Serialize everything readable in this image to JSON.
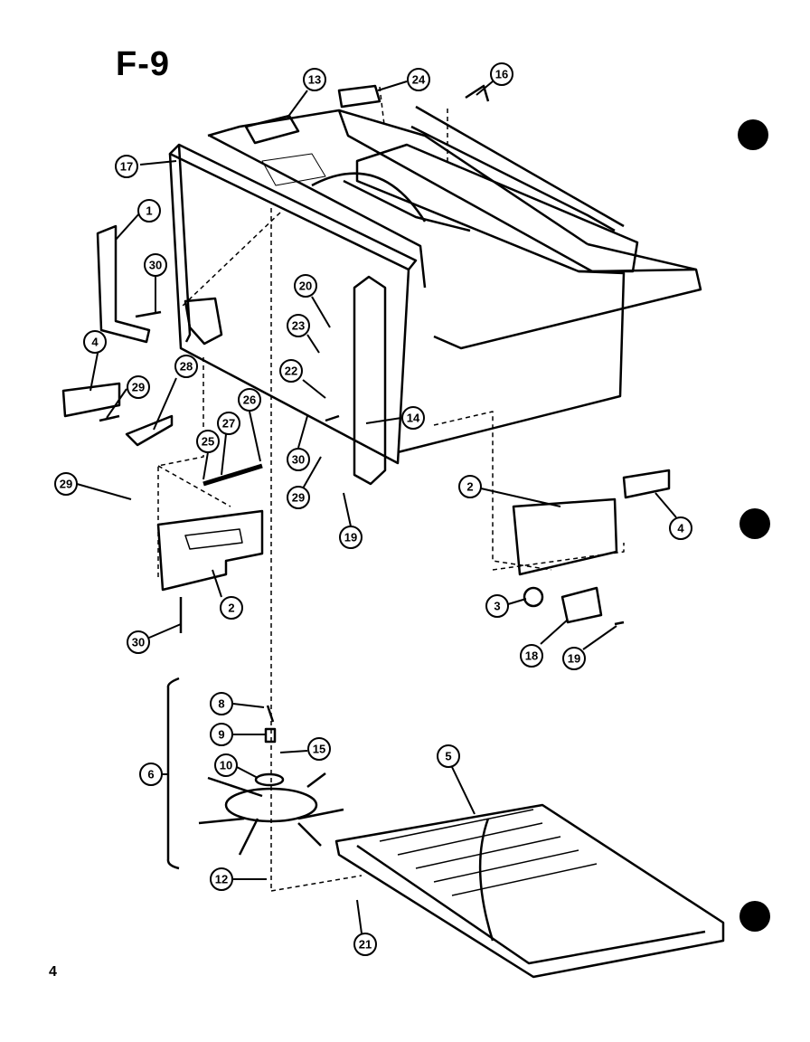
{
  "figure": {
    "label": "F-9"
  },
  "page": {
    "number": "4"
  },
  "callouts": [
    {
      "id": "c1",
      "text": "1"
    },
    {
      "id": "c2a",
      "text": "2"
    },
    {
      "id": "c2b",
      "text": "2"
    },
    {
      "id": "c3",
      "text": "3"
    },
    {
      "id": "c4a",
      "text": "4"
    },
    {
      "id": "c4b",
      "text": "4"
    },
    {
      "id": "c5",
      "text": "5"
    },
    {
      "id": "c6",
      "text": "6"
    },
    {
      "id": "c8",
      "text": "8"
    },
    {
      "id": "c9",
      "text": "9"
    },
    {
      "id": "c10",
      "text": "10"
    },
    {
      "id": "c12",
      "text": "12"
    },
    {
      "id": "c13",
      "text": "13"
    },
    {
      "id": "c14",
      "text": "14"
    },
    {
      "id": "c15",
      "text": "15"
    },
    {
      "id": "c16",
      "text": "16"
    },
    {
      "id": "c17",
      "text": "17"
    },
    {
      "id": "c18",
      "text": "18"
    },
    {
      "id": "c19a",
      "text": "19"
    },
    {
      "id": "c19b",
      "text": "19"
    },
    {
      "id": "c20",
      "text": "20"
    },
    {
      "id": "c21",
      "text": "21"
    },
    {
      "id": "c22",
      "text": "22"
    },
    {
      "id": "c23",
      "text": "23"
    },
    {
      "id": "c24",
      "text": "24"
    },
    {
      "id": "c25",
      "text": "25"
    },
    {
      "id": "c26",
      "text": "26"
    },
    {
      "id": "c27",
      "text": "27"
    },
    {
      "id": "c28",
      "text": "28"
    },
    {
      "id": "c29a",
      "text": "29"
    },
    {
      "id": "c29b",
      "text": "29"
    },
    {
      "id": "c29c",
      "text": "29"
    },
    {
      "id": "c30a",
      "text": "30"
    },
    {
      "id": "c30b",
      "text": "30"
    },
    {
      "id": "c30c",
      "text": "30"
    }
  ]
}
